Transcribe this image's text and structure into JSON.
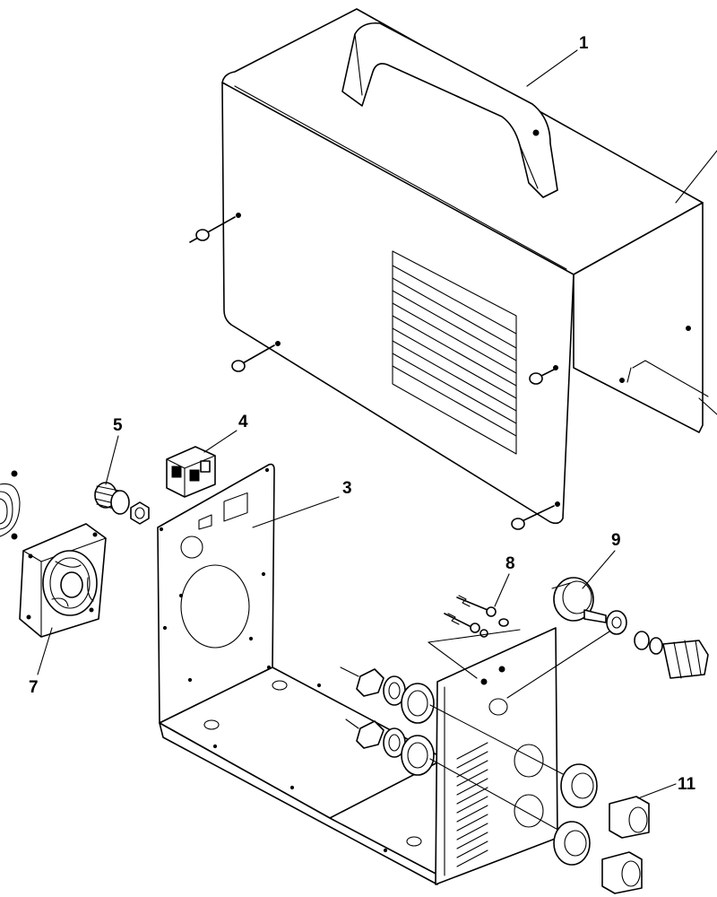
{
  "callouts": [
    {
      "id": "1",
      "text": "1"
    },
    {
      "id": "3",
      "text": "3"
    },
    {
      "id": "4",
      "text": "4"
    },
    {
      "id": "5",
      "text": "5"
    },
    {
      "id": "7",
      "text": "7"
    },
    {
      "id": "8",
      "text": "8"
    },
    {
      "id": "9",
      "text": "9"
    },
    {
      "id": "11",
      "text": "11"
    }
  ]
}
